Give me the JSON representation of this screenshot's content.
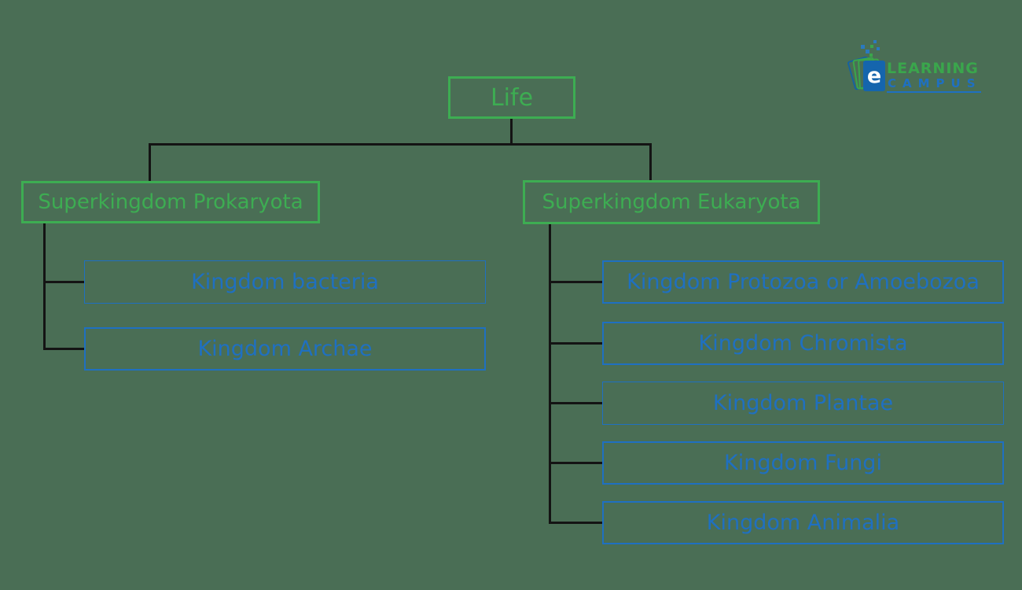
{
  "page": {
    "background_color": "#4a6e55"
  },
  "colors": {
    "node_green": "#3dad52",
    "node_blue": "#1f70c1",
    "connector_black": "#141414",
    "logo_cover_blue": "#1565ad",
    "logo_green": "#3aa64c",
    "logo_text_blue": "#1f70c1"
  },
  "logo": {
    "e_letter": "e",
    "line1": "LEARNING",
    "line2": "CAMPUS"
  },
  "tree": {
    "root": {
      "label": "Life"
    },
    "branches": [
      {
        "label": "Superkingdom Prokaryota",
        "children": [
          {
            "label": "Kingdom bacteria"
          },
          {
            "label": "Kingdom Archae"
          }
        ]
      },
      {
        "label": "Superkingdom Eukaryota",
        "children": [
          {
            "label": "Kingdom Protozoa or Amoebozoa"
          },
          {
            "label": "Kingdom Chromista"
          },
          {
            "label": "Kingdom Plantae"
          },
          {
            "label": "Kingdom Fungi"
          },
          {
            "label": "Kingdom Animalia"
          }
        ]
      }
    ]
  }
}
